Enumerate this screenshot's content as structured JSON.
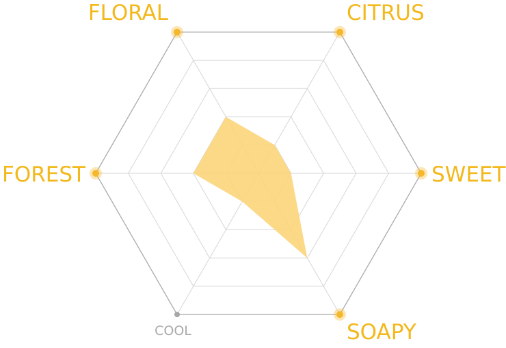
{
  "chart_data": {
    "type": "radar",
    "title": "",
    "axes": [
      {
        "label": "CITRUS",
        "value": 2,
        "active": true
      },
      {
        "label": "SWEET",
        "value": 2,
        "active": true
      },
      {
        "label": "SOAPY",
        "value": 6,
        "active": true
      },
      {
        "label": "COOL",
        "value": 2,
        "active": false
      },
      {
        "label": "FOREST",
        "value": 4,
        "active": true
      },
      {
        "label": "FLORAL",
        "value": 4,
        "active": true
      }
    ],
    "scale_max": 10,
    "rings": 5,
    "colors": {
      "fill": "#fcd57a",
      "active_label": "#f2b81c",
      "inactive_label": "#aaaaaa",
      "active_marker": "#f5b82a",
      "inactive_marker": "#a6a6a6",
      "outer_ring": "#aaaaaa",
      "inner_grid": "#d6d6d6"
    }
  }
}
